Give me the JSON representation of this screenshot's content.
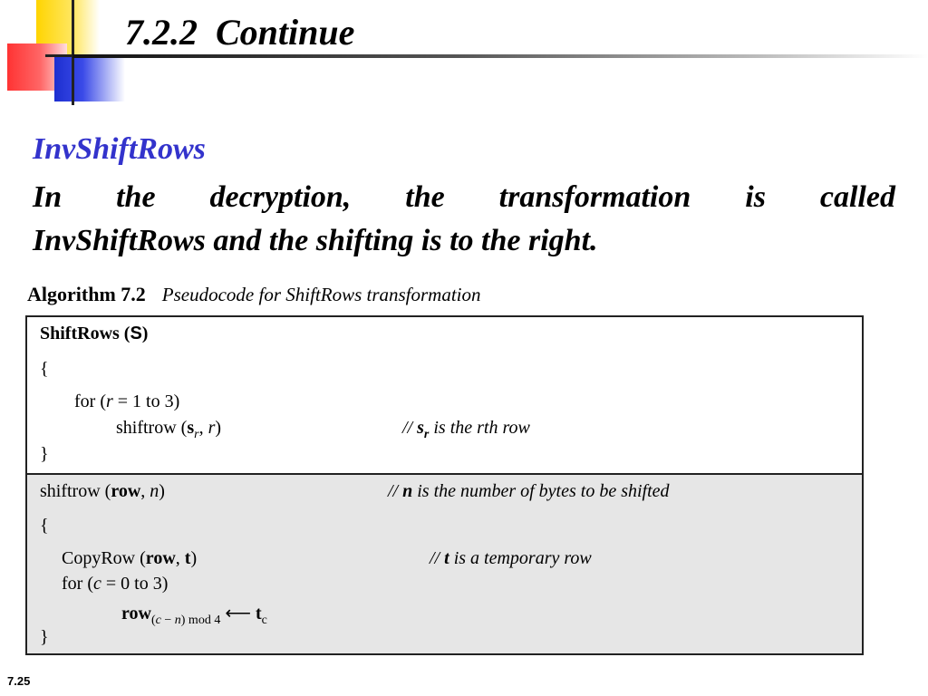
{
  "slide": {
    "title": "7.2.2  Continue",
    "subheading": "InvShiftRows",
    "paragraph_line1_words": [
      "In",
      "the",
      "decryption,",
      "the",
      "transformation",
      "is",
      "called"
    ],
    "paragraph_line2": "InvShiftRows and the shifting is to the right.",
    "page_number": "7.25"
  },
  "algorithm": {
    "label": "Algorithm 7.2",
    "caption": "Pseudocode for ShiftRows transformation",
    "shiftrows": {
      "fn_name": "ShiftRows (",
      "param": "S",
      "close": ")",
      "open_brace": "{",
      "for_prefix": "for (",
      "for_var": "r",
      "for_range": " = 1 to 3)",
      "call_name": "shiftrow (",
      "call_arg_base": "s",
      "call_arg_sub": "r",
      "call_sep": ", ",
      "call_arg2": "r",
      "call_close": ")",
      "comment_prefix": "// ",
      "comment_var_base": "s",
      "comment_var_sub": "r",
      "comment_rest": " is the rth row",
      "close_brace": "}"
    },
    "shiftrow": {
      "fn_name": "shiftrow (",
      "param1": "row",
      "sep": ", ",
      "param2": "n",
      "close": ")",
      "comment_prefix": "// ",
      "comment_var": "n",
      "comment_rest": " is the number of bytes to be shifted",
      "open_brace": "{",
      "copy_name": "CopyRow (",
      "copy_arg1": "row",
      "copy_sep": ", ",
      "copy_arg2": "t",
      "copy_close": ")",
      "copy_comment_prefix": "// ",
      "copy_comment_var": "t",
      "copy_comment_rest": " is a temporary row",
      "for_prefix": "for (",
      "for_var": "c",
      "for_range": " = 0 to 3)",
      "assign_lhs": "row",
      "assign_sub_open": "(",
      "assign_sub_c": "c",
      "assign_sub_minus": " − ",
      "assign_sub_n": "n",
      "assign_sub_close": ") mod 4",
      "assign_arrow": " ⟵ ",
      "assign_rhs": "t",
      "assign_rhs_sub": "c",
      "close_brace": "}"
    }
  }
}
